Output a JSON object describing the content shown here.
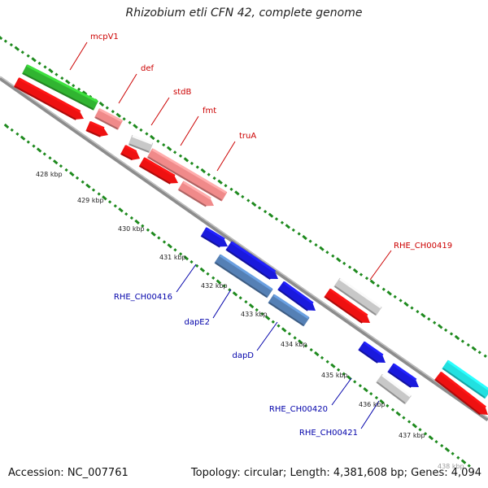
{
  "title": "Rhizobium etli CFN 42, complete genome",
  "footer": {
    "accession": "Accession: NC_007761",
    "topology": "Topology: circular; Length: 4,381,608 bp; Genes: 4,094"
  },
  "colors": {
    "backbone": "#8c8c8c",
    "tick_green": "#1e8a1e",
    "label_red": "#cc0000",
    "label_blue": "#0000aa"
  },
  "kbp_ticks": [
    "428 kbp",
    "429 kbp",
    "430 kbp",
    "431 kbp",
    "432 kbp",
    "433 kbp",
    "434 kbp",
    "435 kbp",
    "436 kbp",
    "437 kbp",
    "438 kbp"
  ],
  "genes": [
    {
      "label": "mcpV1",
      "color": "#31b431",
      "track": "outer"
    },
    {
      "label": "",
      "color": "#ee1111",
      "track": "inner"
    },
    {
      "label": "def",
      "color": "#f08a8a",
      "track": "outer"
    },
    {
      "label": "",
      "color": "#ee1111",
      "track": "inner"
    },
    {
      "label": "stdB",
      "color": "#c8c8c8",
      "track": "outer"
    },
    {
      "label": "",
      "color": "#ee1111",
      "track": "inner"
    },
    {
      "label": "fmt",
      "color": "#f08a8a",
      "track": "outer"
    },
    {
      "label": "",
      "color": "#ee1111",
      "track": "inner"
    },
    {
      "label": "truA",
      "color": "#f08a8a",
      "track": "outer"
    },
    {
      "label": "",
      "color": "#ee1111",
      "track": "inner"
    },
    {
      "label": "RHE_CH00416",
      "color": "#1a1adc",
      "track": "lower"
    },
    {
      "label": "dapE2",
      "color": "#5580b5",
      "track": "lower"
    },
    {
      "label": "",
      "color": "#1a1adc",
      "track": "lower"
    },
    {
      "label": "dapD",
      "color": "#1a1adc",
      "track": "lower"
    },
    {
      "label": "",
      "color": "#5580b5",
      "track": "lower"
    },
    {
      "label": "RHE_CH00419",
      "color": "#c8c8c8",
      "track": "outer"
    },
    {
      "label": "",
      "color": "#ee1111",
      "track": "inner"
    },
    {
      "label": "RHE_CH00420",
      "color": "#1a1adc",
      "track": "lower"
    },
    {
      "label": "",
      "color": "#1a1adc",
      "track": "lower"
    },
    {
      "label": "RHE_CH00421",
      "color": "#c8c8c8",
      "track": "lower"
    },
    {
      "label": "",
      "color": "#22e0e0",
      "track": "outer"
    },
    {
      "label": "",
      "color": "#ee1111",
      "track": "inner"
    }
  ]
}
